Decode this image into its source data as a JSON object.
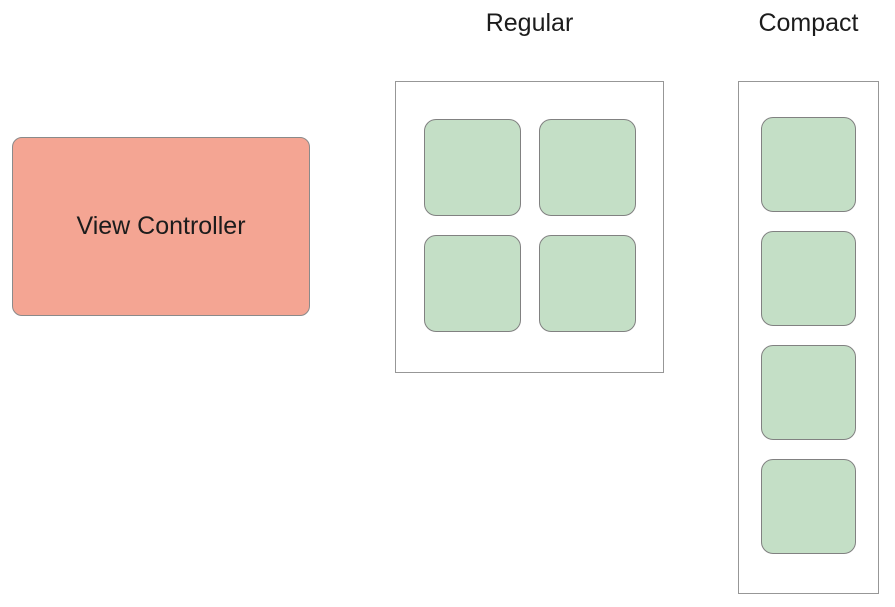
{
  "view_controller": {
    "label": "View Controller"
  },
  "regular": {
    "label": "Regular",
    "tile_count": 4,
    "arrangement": "2x2-grid"
  },
  "compact": {
    "label": "Compact",
    "tile_count": 4,
    "arrangement": "4x1-stack"
  },
  "colors": {
    "view_controller_fill": "#F4A593",
    "view_controller_border": "#8A8A8A",
    "tile_fill": "#C4DFC6",
    "tile_border": "#818181",
    "container_border": "#979797",
    "text": "#1C1C1C",
    "background": "#FFFFFF"
  }
}
